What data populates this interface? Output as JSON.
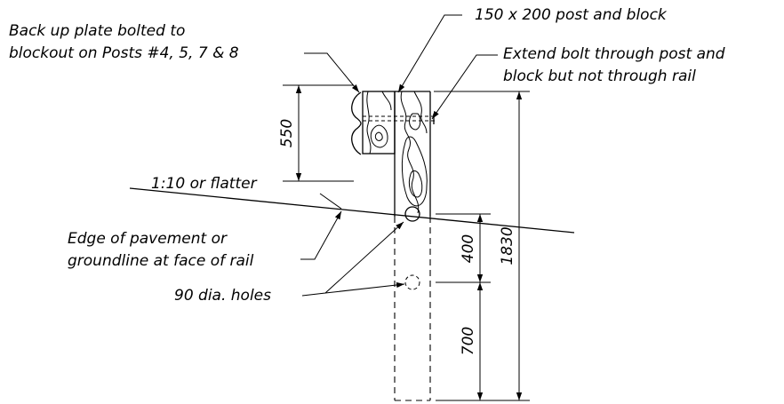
{
  "labels": {
    "backup_plate_line1": "Back up plate bolted to",
    "backup_plate_line2": "blockout on Posts #4, 5, 7 & 8",
    "post_block": "150 x 200 post and block",
    "extend_bolt_line1": "Extend bolt through post and",
    "extend_bolt_line2": "block but not through rail",
    "slope": "1:10 or flatter",
    "pavement_line1": "Edge of pavement or",
    "pavement_line2": "groundline at face of rail",
    "holes": "90 dia. holes"
  },
  "dimensions": {
    "rail_height": "550",
    "hole_upper": "400",
    "hole_lower": "700",
    "post_length": "1830"
  },
  "colors": {
    "line": "#000000",
    "background": "#ffffff"
  }
}
